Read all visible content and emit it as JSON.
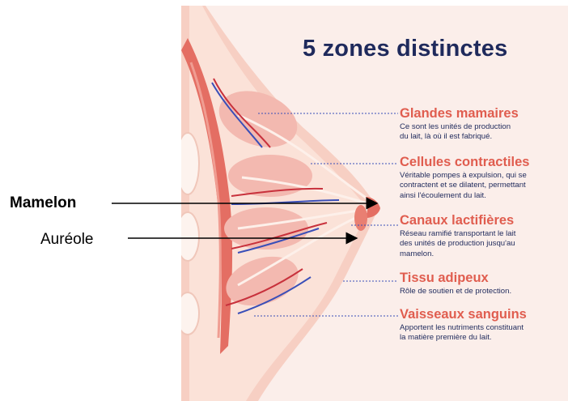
{
  "title": "5 zones distinctes",
  "zones": [
    {
      "name": "Glandes mamaires",
      "desc": [
        "Ce sont les unités de production",
        "du lait, là où il est fabriqué."
      ]
    },
    {
      "name": "Cellules contractiles",
      "desc": [
        "Véritable pompes à expulsion, qui se",
        "contractent et se dilatent, permettant",
        "ainsi l'écoulement du lait."
      ]
    },
    {
      "name": "Canaux lactifières",
      "desc": [
        "Réseau ramifié transportant le lait",
        "des unités de production jusqu'au",
        "mamelon."
      ]
    },
    {
      "name": "Tissu adipeux",
      "desc": [
        "Rôle de soutien et de protection."
      ]
    },
    {
      "name": "Vaisseaux sanguins",
      "desc": [
        "Apportent les nutriments constituant",
        "la matière première du lait."
      ]
    }
  ],
  "labels": {
    "mamelon": "Mamelon",
    "areole": "Auréole"
  },
  "colors": {
    "title": "#1f2a5c",
    "zone_title": "#e05d4f",
    "panel": "#fbeeea",
    "artery": "#c8313c",
    "vein": "#3a4fb8"
  }
}
